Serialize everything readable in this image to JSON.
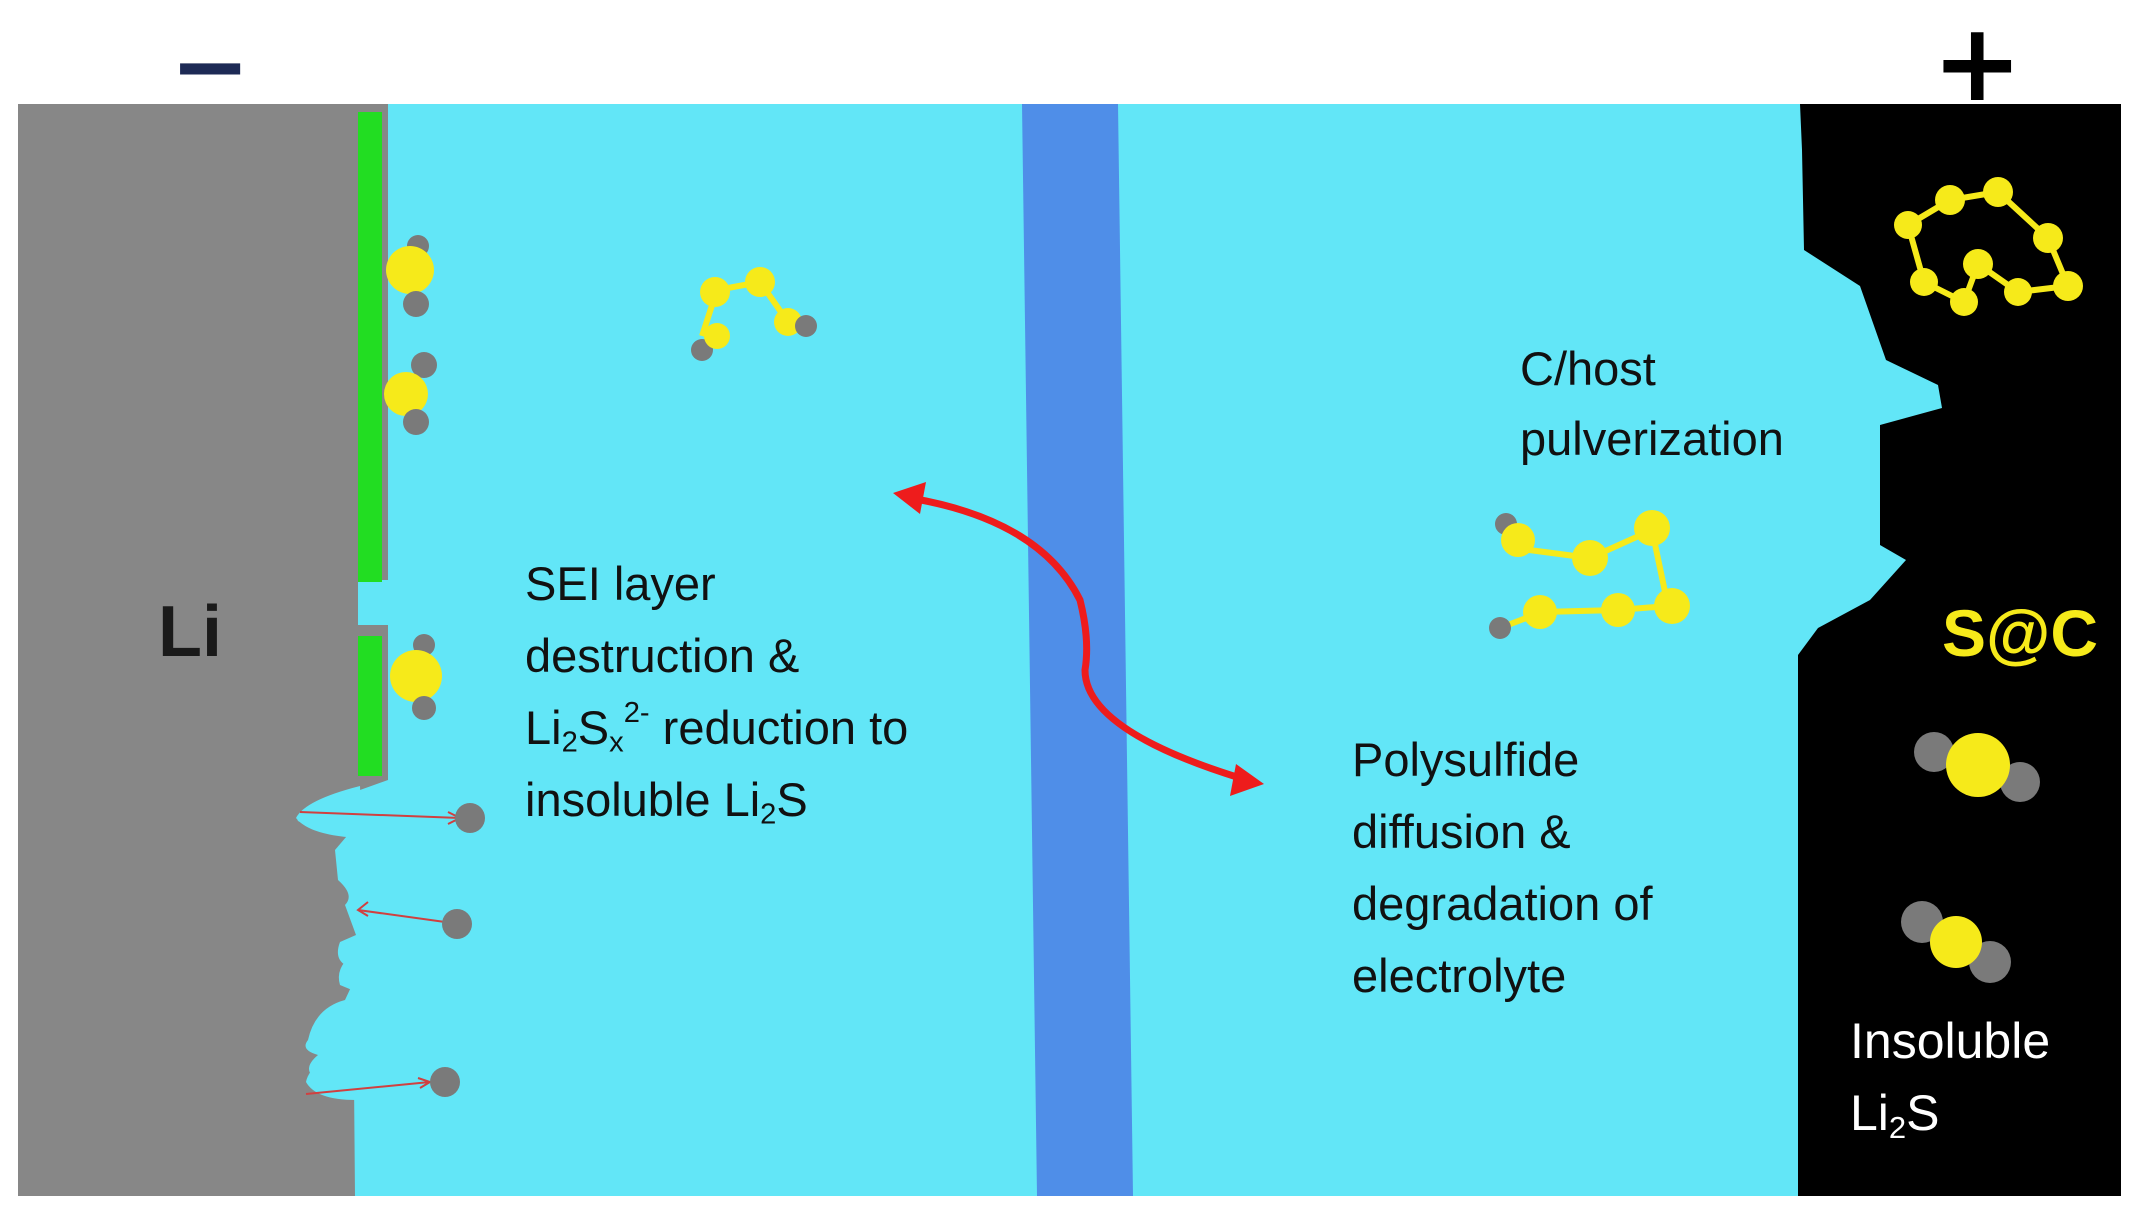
{
  "terminals": {
    "negative": "−",
    "positive": "+"
  },
  "labels": {
    "anode": "Li",
    "cathode": "S@C",
    "sei": {
      "line1": "SEI layer",
      "line2": "destruction &",
      "line3_pre": "Li",
      "line3_sub1": "2",
      "line3_mid": "S",
      "line3_sub2": "x",
      "line3_sup": "2-",
      "line3_post": " reduction to",
      "line4_pre": "insoluble Li",
      "line4_sub": "2",
      "line4_post": "S"
    },
    "pulverization": {
      "line1": "C/host",
      "line2": "pulverization"
    },
    "polysulfide": {
      "line1": "Polysulfide",
      "line2": "diffusion &",
      "line3": "degradation of",
      "line4": "electrolyte"
    },
    "insoluble": {
      "line1": "Insoluble",
      "line2_pre": "Li",
      "line2_sub": "2",
      "line2_post": "S"
    }
  },
  "colors": {
    "electrolyte": "#62e6f7",
    "lithium": "#878787",
    "separator": "#4f8ee8",
    "cathode": "#000000",
    "sei_layer": "#22dd22",
    "sulfur": "#f6ea1a",
    "lithium_atom": "#7a7a7a",
    "arrow": "#ee1c1c",
    "thin_arrow": "#d04040"
  }
}
